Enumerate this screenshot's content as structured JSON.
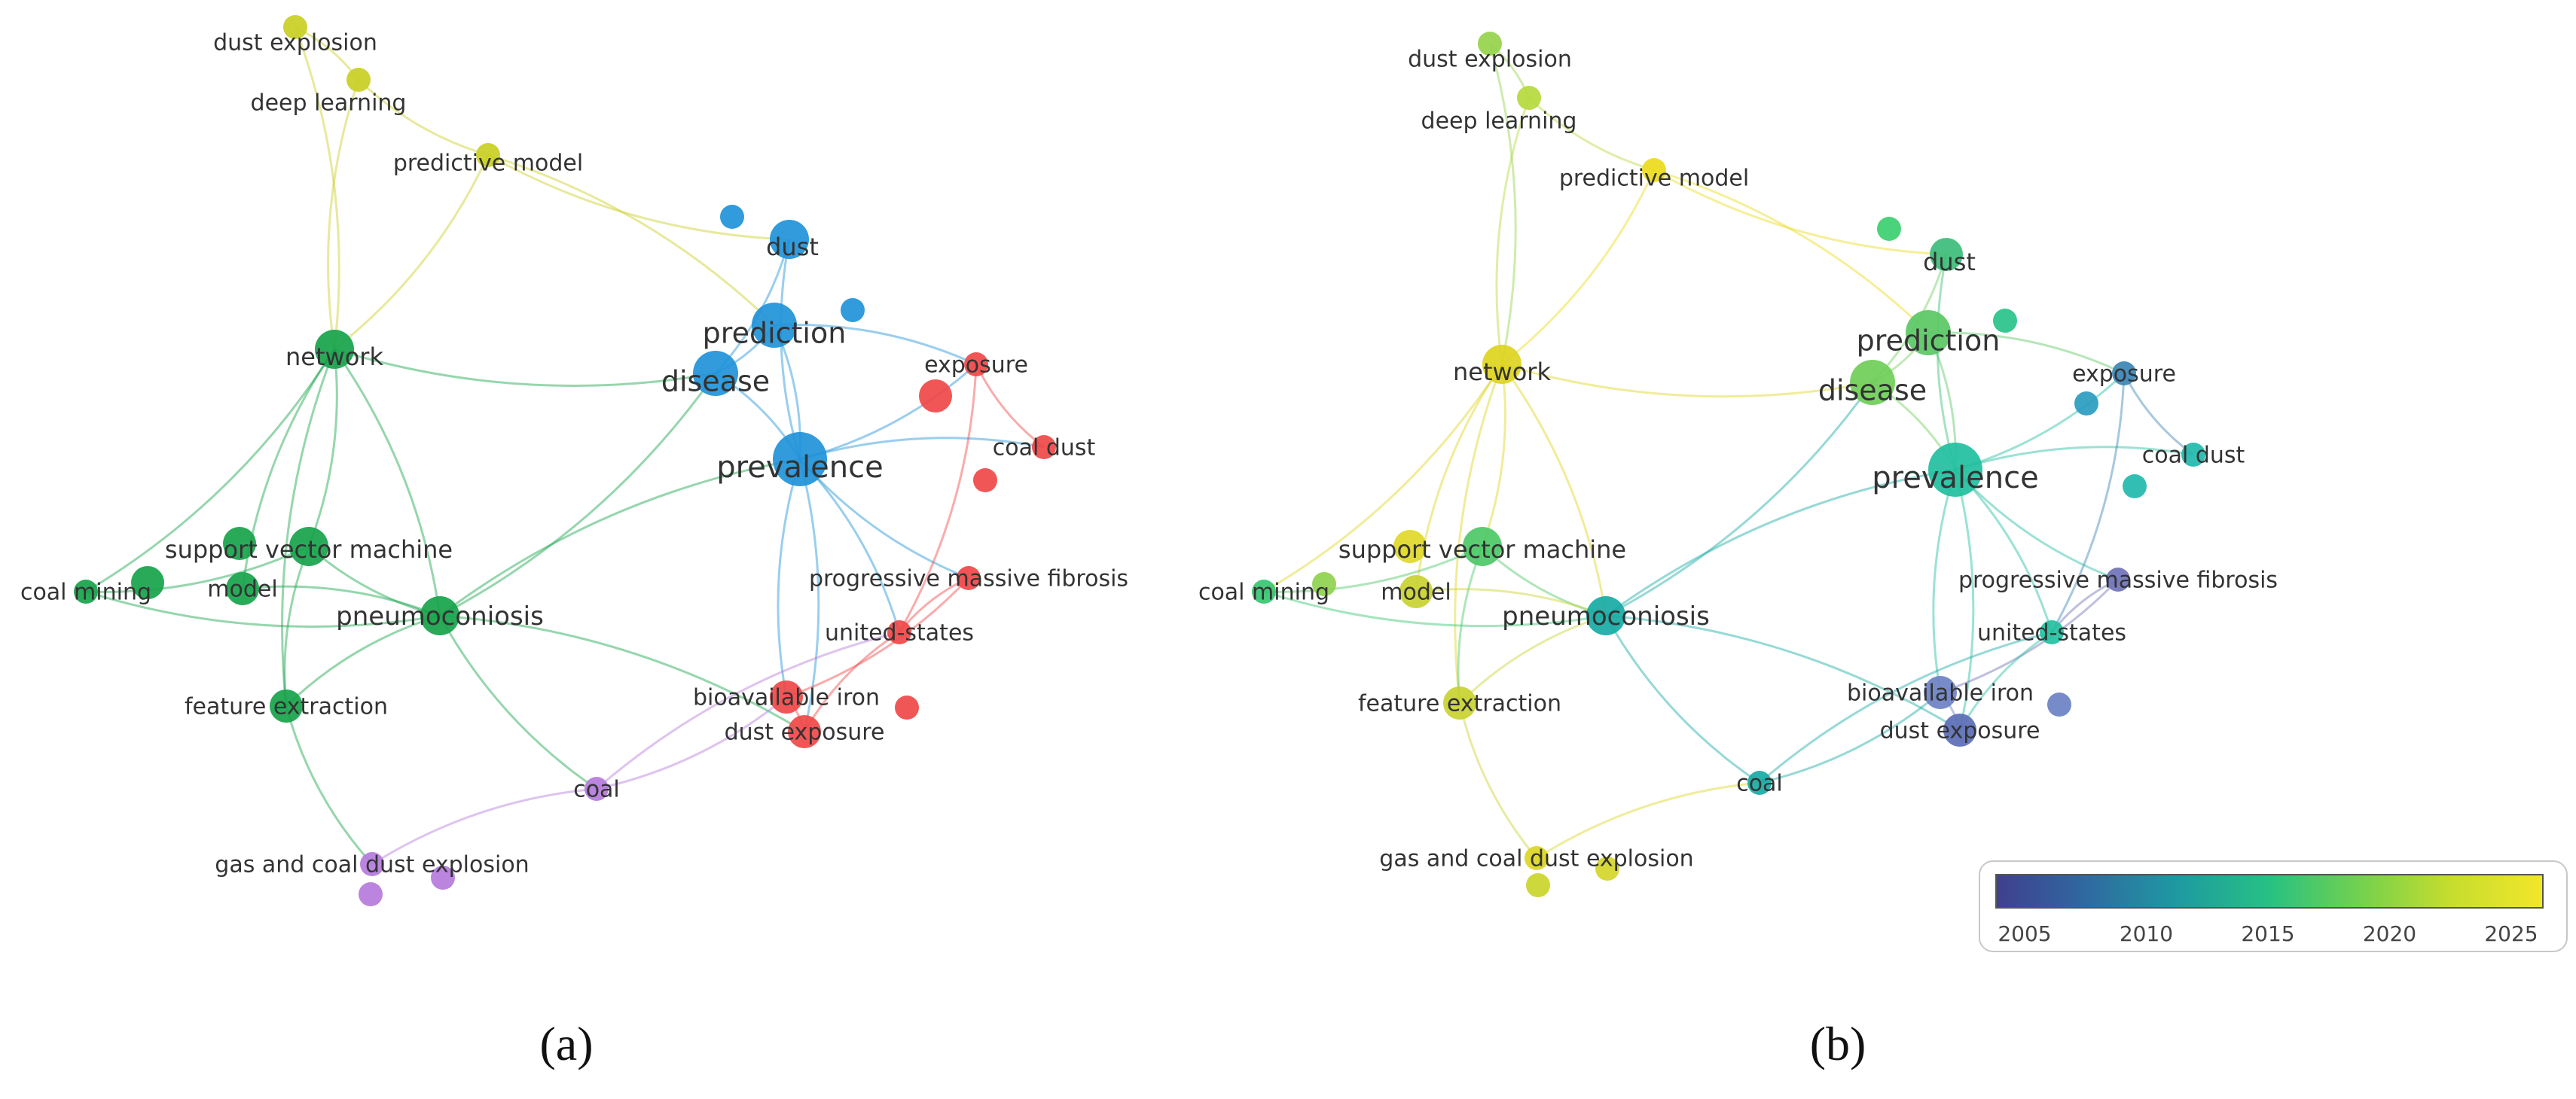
{
  "panels": [
    {
      "id": "a",
      "caption": "(a)",
      "nodes": [
        {
          "id": "dust-explosion",
          "label": "dust explosion",
          "color": "#c9cf24",
          "weight": 1
        },
        {
          "id": "deep-learning",
          "label": "deep learning",
          "color": "#c9cf24",
          "weight": 1
        },
        {
          "id": "predictive-model",
          "label": "predictive model",
          "color": "#c9cf24",
          "weight": 1
        },
        {
          "id": "dust",
          "label": "dust",
          "color": "#1f93d9",
          "weight": 3
        },
        {
          "id": "blue-unlabeled-1",
          "label": "",
          "color": "#1f93d9",
          "weight": 1
        },
        {
          "id": "blue-unlabeled-2",
          "label": "",
          "color": "#1f93d9",
          "weight": 1
        },
        {
          "id": "prediction",
          "label": "prediction",
          "color": "#1f93d9",
          "weight": 4
        },
        {
          "id": "disease",
          "label": "disease",
          "color": "#1f93d9",
          "weight": 4
        },
        {
          "id": "prevalence",
          "label": "prevalence",
          "color": "#1f93d9",
          "weight": 6
        },
        {
          "id": "network",
          "label": "network",
          "color": "#17a34a",
          "weight": 3
        },
        {
          "id": "exposure",
          "label": "exposure",
          "color": "#f04848",
          "weight": 1
        },
        {
          "id": "red-unlabeled-1",
          "label": "",
          "color": "#f04848",
          "weight": 2
        },
        {
          "id": "coal-dust",
          "label": "coal dust",
          "color": "#f04848",
          "weight": 1
        },
        {
          "id": "red-unlabeled-2",
          "label": "",
          "color": "#f04848",
          "weight": 1
        },
        {
          "id": "support-vector-machine",
          "label": "support vector machine",
          "color": "#17a34a",
          "weight": 3
        },
        {
          "id": "green-unlabeled-1",
          "label": "",
          "color": "#17a34a",
          "weight": 2
        },
        {
          "id": "coal-mining",
          "label": "coal mining",
          "color": "#17a34a",
          "weight": 1
        },
        {
          "id": "green-unlabeled-2",
          "label": "",
          "color": "#17a34a",
          "weight": 2
        },
        {
          "id": "model",
          "label": "model",
          "color": "#17a34a",
          "weight": 2
        },
        {
          "id": "pneumoconiosis",
          "label": "pneumoconiosis",
          "color": "#17a34a",
          "weight": 3
        },
        {
          "id": "progressive-massive-fibrosis",
          "label": "progressive massive fibrosis",
          "color": "#f04848",
          "weight": 1
        },
        {
          "id": "united-states",
          "label": "united-states",
          "color": "#f04848",
          "weight": 1
        },
        {
          "id": "feature-extraction",
          "label": "feature extraction",
          "color": "#17a34a",
          "weight": 2
        },
        {
          "id": "bioavailable-iron",
          "label": "bioavailable iron",
          "color": "#f04848",
          "weight": 2
        },
        {
          "id": "red-unlabeled-3",
          "label": "",
          "color": "#f04848",
          "weight": 1
        },
        {
          "id": "dust-exposure",
          "label": "dust exposure",
          "color": "#f04848",
          "weight": 2
        },
        {
          "id": "coal",
          "label": "coal",
          "color": "#b57bdc",
          "weight": 1
        },
        {
          "id": "gas-and-coal-dust-explosion",
          "label": "gas and coal dust explosion",
          "color": "#b57bdc",
          "weight": 1
        },
        {
          "id": "purple-unlabeled-1",
          "label": "",
          "color": "#b57bdc",
          "weight": 1
        },
        {
          "id": "purple-unlabeled-2",
          "label": "",
          "color": "#b57bdc",
          "weight": 1
        }
      ]
    },
    {
      "id": "b",
      "caption": "(b)",
      "nodes": [
        {
          "id": "dust-explosion",
          "label": "dust explosion",
          "color": "#95d34b",
          "weight": 1
        },
        {
          "id": "deep-learning",
          "label": "deep learning",
          "color": "#b5d93c",
          "weight": 1
        },
        {
          "id": "predictive-model",
          "label": "predictive model",
          "color": "#ecdb1c",
          "weight": 1
        },
        {
          "id": "dust",
          "label": "dust",
          "color": "#3cbd78",
          "weight": 2
        },
        {
          "id": "green-unlabeled-1",
          "label": "",
          "color": "#3bcf70",
          "weight": 1
        },
        {
          "id": "green-unlabeled-2",
          "label": "",
          "color": "#28c28a",
          "weight": 1
        },
        {
          "id": "prediction",
          "label": "prediction",
          "color": "#5ac864",
          "weight": 4
        },
        {
          "id": "disease",
          "label": "disease",
          "color": "#6fce58",
          "weight": 4
        },
        {
          "id": "prevalence",
          "label": "prevalence",
          "color": "#21bfa0",
          "weight": 6
        },
        {
          "id": "network",
          "label": "network",
          "color": "#ddd420",
          "weight": 3
        },
        {
          "id": "exposure",
          "label": "exposure",
          "color": "#3b85b6",
          "weight": 1
        },
        {
          "id": "teal-unlabeled-1",
          "label": "",
          "color": "#2a9cc0",
          "weight": 1
        },
        {
          "id": "coal-dust",
          "label": "coal dust",
          "color": "#22b8ac",
          "weight": 1
        },
        {
          "id": "teal-unlabeled-2",
          "label": "",
          "color": "#22b8ac",
          "weight": 1
        },
        {
          "id": "support-vector-machine",
          "label": "support vector machine",
          "color": "#4cc866",
          "weight": 3
        },
        {
          "id": "yellow-unlabeled-1",
          "label": "",
          "color": "#e0d828",
          "weight": 2
        },
        {
          "id": "coal-mining",
          "label": "coal mining",
          "color": "#36c570",
          "weight": 1
        },
        {
          "id": "green-unlabeled-3",
          "label": "",
          "color": "#8fd14e",
          "weight": 1
        },
        {
          "id": "model",
          "label": "model",
          "color": "#c9d330",
          "weight": 2
        },
        {
          "id": "pneumoconiosis",
          "label": "pneumoconiosis",
          "color": "#17aaa4",
          "weight": 3
        },
        {
          "id": "progressive-massive-fibrosis",
          "label": "progressive massive fibrosis",
          "color": "#7073b8",
          "weight": 1
        },
        {
          "id": "united-states",
          "label": "united-states",
          "color": "#24c0a0",
          "weight": 1
        },
        {
          "id": "feature-extraction",
          "label": "feature extraction",
          "color": "#c9d330",
          "weight": 2
        },
        {
          "id": "bioavailable-iron",
          "label": "bioavailable iron",
          "color": "#6d81c4",
          "weight": 2
        },
        {
          "id": "blue-unlabeled-1",
          "label": "",
          "color": "#6d81c4",
          "weight": 1
        },
        {
          "id": "dust-exposure",
          "label": "dust exposure",
          "color": "#5b6cb6",
          "weight": 2
        },
        {
          "id": "coal",
          "label": "coal",
          "color": "#18aaa4",
          "weight": 1
        },
        {
          "id": "gas-and-coal-dust-explosion",
          "label": "gas and coal dust explosion",
          "color": "#dcd624",
          "weight": 1
        },
        {
          "id": "yellow-unlabeled-2",
          "label": "",
          "color": "#cbd52a",
          "weight": 1
        },
        {
          "id": "yellow-unlabeled-3",
          "label": "",
          "color": "#d4d62a",
          "weight": 1
        }
      ],
      "colorbar": {
        "ticks": [
          "2005",
          "2010",
          "2015",
          "2020",
          "2025"
        ],
        "colors": [
          "#3f3f8f",
          "#2f6aa0",
          "#1e9aa2",
          "#27c183",
          "#74d14d",
          "#c7dd2e",
          "#f2e62a"
        ]
      }
    }
  ],
  "edges": [
    [
      "dust-explosion",
      "deep-learning"
    ],
    [
      "deep-learning",
      "network"
    ],
    [
      "dust-explosion",
      "network"
    ],
    [
      "deep-learning",
      "predictive-model"
    ],
    [
      "predictive-model",
      "prediction"
    ],
    [
      "predictive-model",
      "dust"
    ],
    [
      "predictive-model",
      "network"
    ],
    [
      "network",
      "disease"
    ],
    [
      "network",
      "support-vector-machine"
    ],
    [
      "network",
      "model"
    ],
    [
      "network",
      "pneumoconiosis"
    ],
    [
      "network",
      "feature-extraction"
    ],
    [
      "network",
      "coal-mining"
    ],
    [
      "support-vector-machine",
      "pneumoconiosis"
    ],
    [
      "support-vector-machine",
      "coal-mining"
    ],
    [
      "support-vector-machine",
      "feature-extraction"
    ],
    [
      "model",
      "pneumoconiosis"
    ],
    [
      "coal-mining",
      "pneumoconiosis"
    ],
    [
      "feature-extraction",
      "pneumoconiosis"
    ],
    [
      "pneumoconiosis",
      "disease"
    ],
    [
      "pneumoconiosis",
      "prevalence"
    ],
    [
      "pneumoconiosis",
      "coal"
    ],
    [
      "pneumoconiosis",
      "dust-exposure"
    ],
    [
      "feature-extraction",
      "gas-and-coal-dust-explosion"
    ],
    [
      "gas-and-coal-dust-explosion",
      "coal"
    ],
    [
      "disease",
      "prediction"
    ],
    [
      "disease",
      "prevalence"
    ],
    [
      "disease",
      "dust"
    ],
    [
      "prediction",
      "prevalence"
    ],
    [
      "dust",
      "prevalence"
    ],
    [
      "prediction",
      "exposure"
    ],
    [
      "prevalence",
      "exposure"
    ],
    [
      "prevalence",
      "coal-dust"
    ],
    [
      "prevalence",
      "progressive-massive-fibrosis"
    ],
    [
      "prevalence",
      "united-states"
    ],
    [
      "prevalence",
      "bioavailable-iron"
    ],
    [
      "prevalence",
      "dust-exposure"
    ],
    [
      "exposure",
      "coal-dust"
    ],
    [
      "exposure",
      "united-states"
    ],
    [
      "progressive-massive-fibrosis",
      "united-states"
    ],
    [
      "progressive-massive-fibrosis",
      "bioavailable-iron"
    ],
    [
      "united-states",
      "dust-exposure"
    ],
    [
      "bioavailable-iron",
      "dust-exposure"
    ],
    [
      "coal",
      "bioavailable-iron"
    ],
    [
      "coal",
      "united-states"
    ]
  ]
}
